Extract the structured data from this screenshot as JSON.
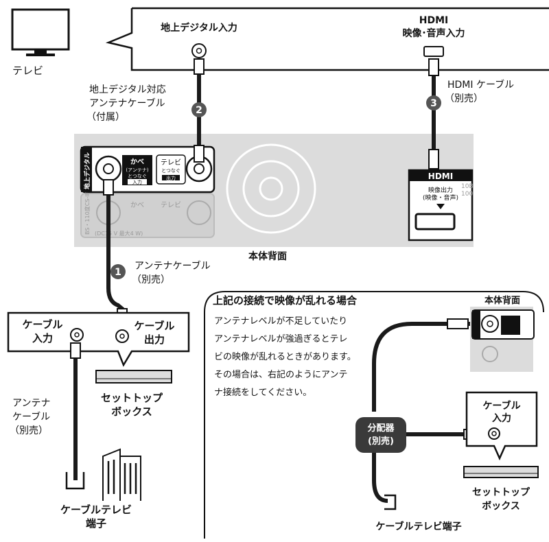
{
  "tv": {
    "label": "テレビ",
    "terrestrial_input": "地上デジタル入力",
    "hdmi_input_1": "HDMI",
    "hdmi_input_2": "映像･音声入力"
  },
  "cable2": {
    "number": "2",
    "label_1": "地上デジタル対応",
    "label_2": "アンテナケーブル",
    "label_3": "（付属）"
  },
  "cable3": {
    "number": "3",
    "label_1": "HDMI ケーブル",
    "label_2": "（別売）"
  },
  "cable1": {
    "number": "1",
    "label_1": "アンテナケーブル",
    "label_2": "（別売）"
  },
  "recorder": {
    "caption": "本体背面",
    "terrestrial_tag": "地上デジタル",
    "wall_1": "かべ",
    "wall_2": "(アンテナ)",
    "wall_3": "とつなぐ",
    "wall_in": "入力",
    "tv_1": "テレビ",
    "tv_2": "とつなぐ",
    "tv_out": "出力",
    "bs_tag": "BS・110度CS-IF",
    "bs_power": "(DC15 V 最大4 W)",
    "hdmi_logo": "HDMI",
    "hdmi_out_1": "映像出力",
    "hdmi_out_2": "(映像・音声)",
    "lan_1": "10B",
    "lan_2": "100"
  },
  "stb": {
    "in_1": "ケーブル",
    "in_2": "入力",
    "out_1": "ケーブル",
    "out_2": "出力",
    "name_1": "セットトップ",
    "name_2": "ボックス"
  },
  "antenna_cable": {
    "l1": "アンテナ",
    "l2": "ケーブル",
    "l3": "（別売）"
  },
  "catv": {
    "l1": "ケーブルテレビ",
    "l2": "端子"
  },
  "inset": {
    "title": "上記の接続で映像が乱れる場合",
    "lines": [
      "アンテナレベルが不足していたり",
      "アンテナレベルが強過ぎるとテレ",
      "ビの映像が乱れるときがあります。",
      "その場合は、右記のようにアンテ",
      "ナ接続をしてください。"
    ],
    "recorder_caption": "本体背面",
    "splitter_1": "分配器",
    "splitter_2": "(別売)",
    "stb_in_1": "ケーブル",
    "stb_in_2": "入力",
    "stb_name_1": "セットトップ",
    "stb_name_2": "ボックス",
    "catv": "ケーブルテレビ端子"
  },
  "colors": {
    "cable": "#1a1a1a",
    "panel": "#dcdcdc",
    "badge": "#555555"
  }
}
